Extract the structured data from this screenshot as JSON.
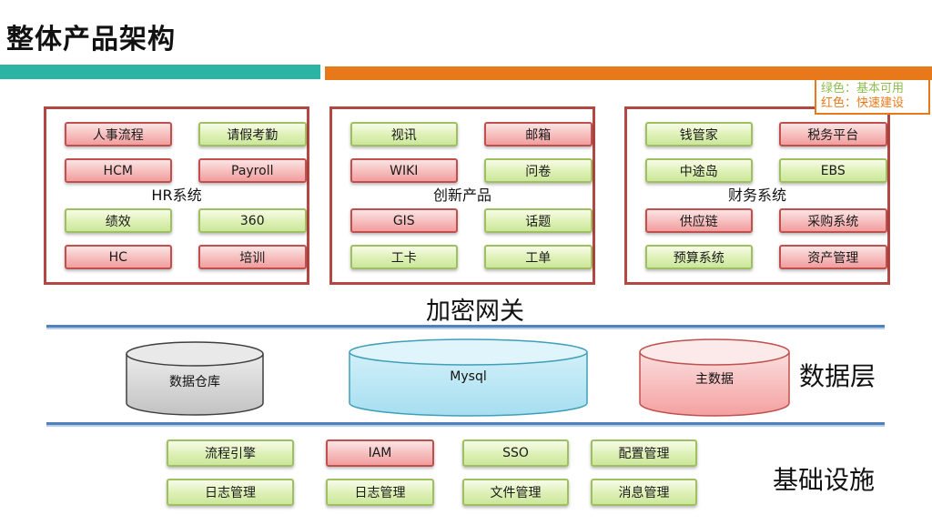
{
  "title": "整体产品架构",
  "legend": {
    "green_label": "绿色：基本可用",
    "red_label": "红色：快速建设"
  },
  "groups": [
    {
      "name": "HR系统",
      "items": [
        {
          "label": "人事流程",
          "status": "red"
        },
        {
          "label": "请假考勤",
          "status": "green"
        },
        {
          "label": "HCM",
          "status": "red"
        },
        {
          "label": "Payroll",
          "status": "red"
        },
        {
          "label": "绩效",
          "status": "green"
        },
        {
          "label": "360",
          "status": "green"
        },
        {
          "label": "HC",
          "status": "red"
        },
        {
          "label": "培训",
          "status": "red"
        }
      ]
    },
    {
      "name": "创新产品",
      "items": [
        {
          "label": "视讯",
          "status": "green"
        },
        {
          "label": "邮箱",
          "status": "red"
        },
        {
          "label": "WIKI",
          "status": "red"
        },
        {
          "label": "问卷",
          "status": "green"
        },
        {
          "label": "GIS",
          "status": "red"
        },
        {
          "label": "话题",
          "status": "green"
        },
        {
          "label": "工卡",
          "status": "green"
        },
        {
          "label": "工单",
          "status": "green"
        }
      ]
    },
    {
      "name": "财务系统",
      "items": [
        {
          "label": "钱管家",
          "status": "green"
        },
        {
          "label": "税务平台",
          "status": "red"
        },
        {
          "label": "中途岛",
          "status": "green"
        },
        {
          "label": "EBS",
          "status": "green"
        },
        {
          "label": "供应链",
          "status": "red"
        },
        {
          "label": "采购系统",
          "status": "red"
        },
        {
          "label": "预算系统",
          "status": "green"
        },
        {
          "label": "资产管理",
          "status": "red"
        }
      ]
    }
  ],
  "gateway_label": "加密网关",
  "data_layer": {
    "label": "数据层",
    "cylinders": [
      {
        "label": "数据仓库",
        "color": "gray"
      },
      {
        "label": "Mysql",
        "color": "blue"
      },
      {
        "label": "主数据",
        "color": "pink"
      }
    ]
  },
  "infrastructure": {
    "label": "基础设施",
    "items": [
      {
        "label": "流程引擎",
        "status": "green"
      },
      {
        "label": "IAM",
        "status": "red"
      },
      {
        "label": "SSO",
        "status": "green"
      },
      {
        "label": "配置管理",
        "status": "green"
      },
      {
        "label": "日志管理",
        "status": "green"
      },
      {
        "label": "日志管理",
        "status": "green"
      },
      {
        "label": "文件管理",
        "status": "green"
      },
      {
        "label": "消息管理",
        "status": "green"
      }
    ]
  },
  "colors": {
    "accent_teal": "#2bb3a4",
    "accent_orange": "#e8791b",
    "group_box_border": "#b24743",
    "red_chip_border": "#c0504d",
    "green_chip_border": "#a0bf60",
    "divider_blue": "#4f81bd",
    "legend_green_text": "#8fbc4f",
    "legend_red_text": "#e8791b",
    "cylinder_gray": "#d9d9d9",
    "cylinder_blue": "#bfe7f5",
    "cylinder_pink": "#f6b8b8"
  }
}
